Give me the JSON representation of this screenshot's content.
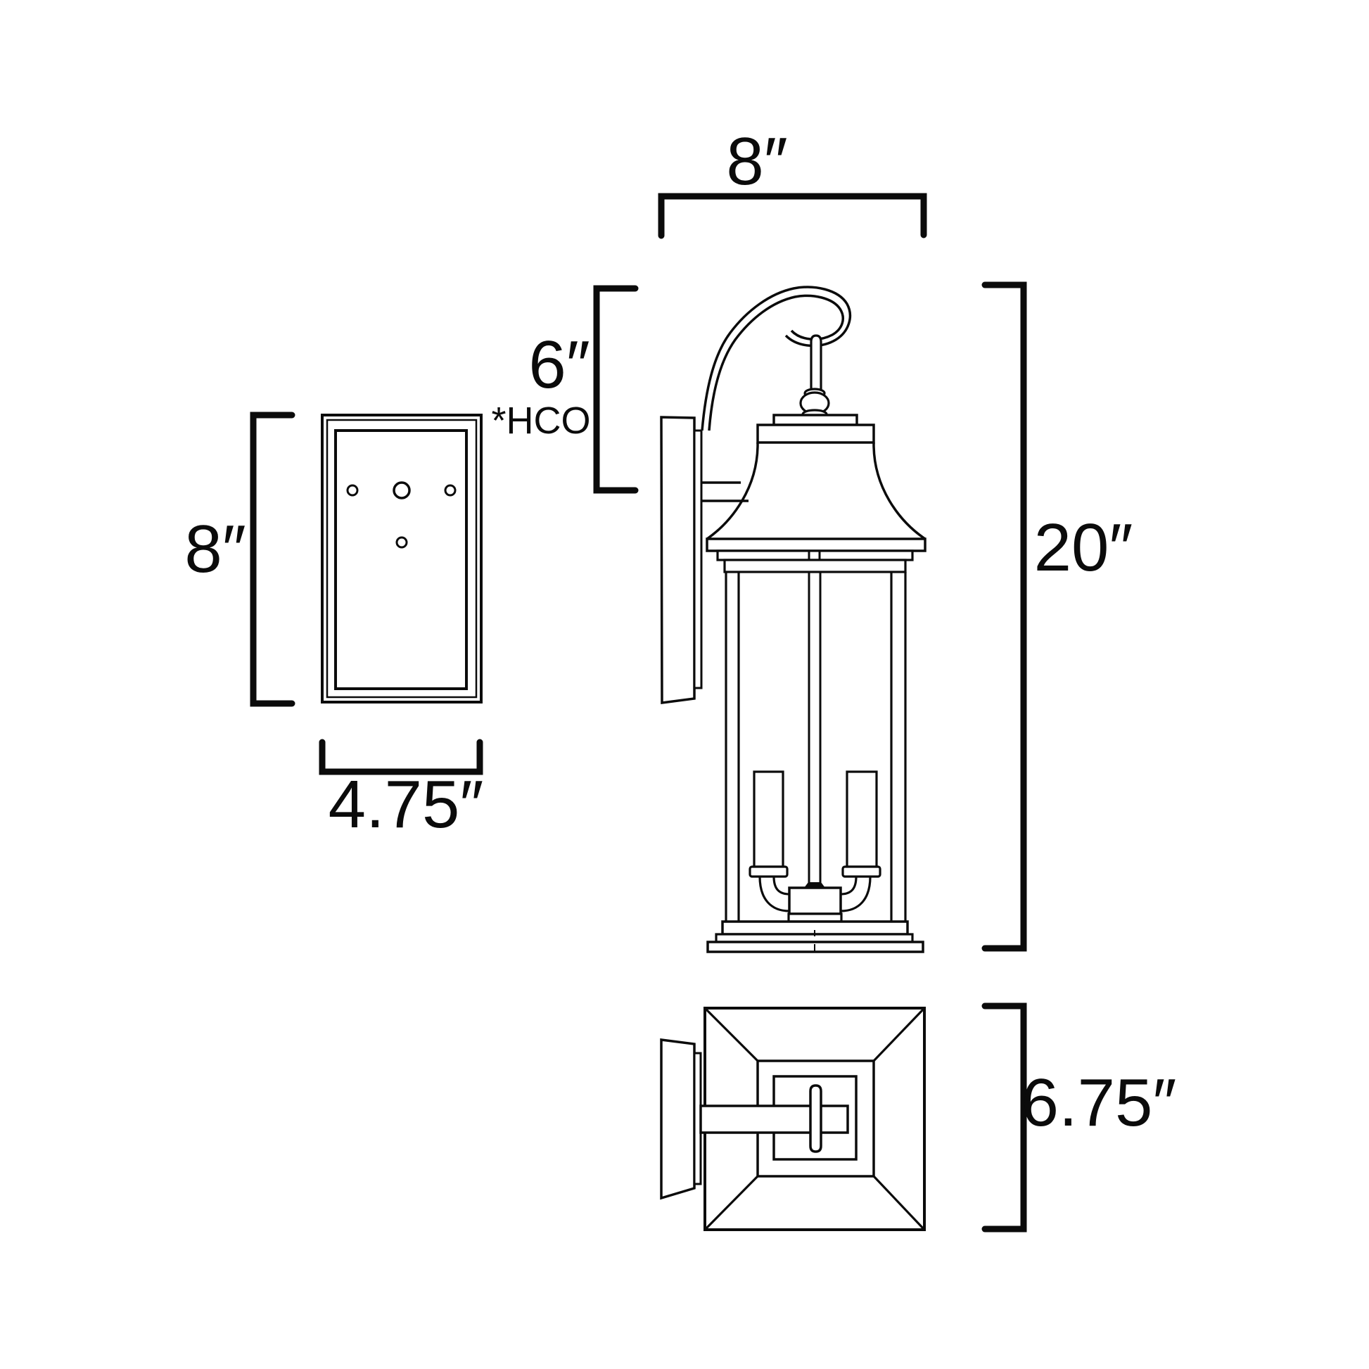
{
  "colors": {
    "ink": "#0b0b0b",
    "paper": "#ffffff"
  },
  "labels": {
    "projection_width": "8″",
    "hco_height": "6″",
    "hco_note": "*HCO",
    "backplate_height": "8″",
    "backplate_width": "4.75″",
    "overall_height": "20″",
    "bottom_depth": "6.75″"
  },
  "views": {
    "backplate_front": "mounting backplate front view",
    "fixture_side": "lantern side view",
    "fixture_bottom": "lantern bottom view"
  }
}
